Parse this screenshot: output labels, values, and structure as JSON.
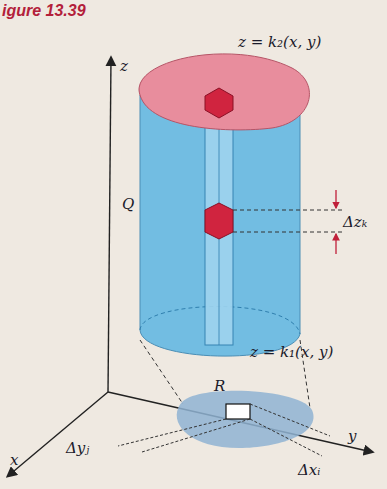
{
  "diagram": {
    "title": "igure 13.39",
    "labels": [
      "z",
      "z = k₂(x, y)",
      "Δzₖ",
      "Q",
      "z = k₁(x, y)",
      "R",
      "Δyⱼ",
      "Δxᵢ",
      "x",
      "y"
    ]
  }
}
